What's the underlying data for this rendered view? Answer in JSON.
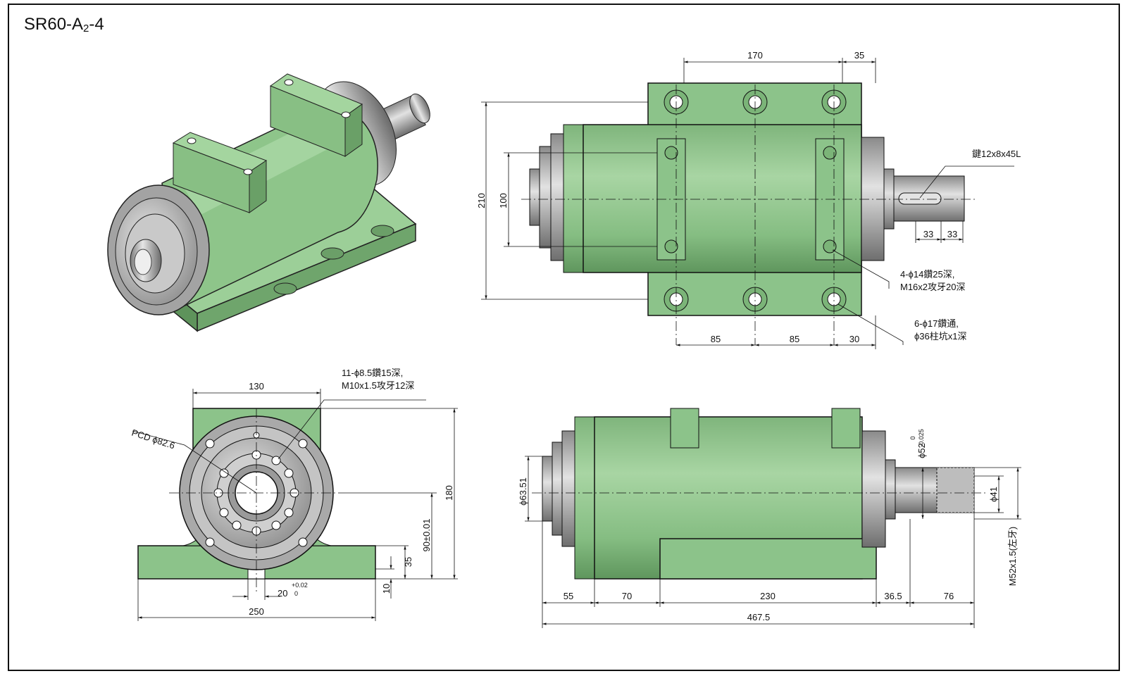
{
  "title": {
    "main_1": "SR60-A",
    "sub": "2",
    "main_2": "-4"
  },
  "top_view": {
    "dim_170": "170",
    "dim_35": "35",
    "dim_210": "210",
    "dim_100": "100",
    "dim_33a": "33",
    "dim_33b": "33",
    "dim_85a": "85",
    "dim_85b": "85",
    "dim_30": "30",
    "key_note": "鍵12x8x45L",
    "note_holes_1": "4-ϕ14鑽25深,",
    "note_holes_2": "M16x2攻牙20深",
    "note_base_1": "6-ϕ17鑽通,",
    "note_base_2": "ϕ36柱坑x1深"
  },
  "front_view": {
    "dim_130": "130",
    "dim_250": "250",
    "dim_180": "180",
    "dim_90": "90±0.01",
    "dim_35": "35",
    "dim_10": "10",
    "dim_20": "20",
    "tol_20_upper": "+0.02",
    "tol_20_lower": "0",
    "pcd": "PCD ϕ82.6",
    "note_holes_1": "11-ϕ8.5鑽15深,",
    "note_holes_2": "M10x1.5攻牙12深"
  },
  "side_view": {
    "dim_55": "55",
    "dim_70": "70",
    "dim_230": "230",
    "dim_36_5": "36.5",
    "dim_76": "76",
    "dim_467_5": "467.5",
    "dia_63": "ϕ63.51",
    "dia_52": "ϕ52",
    "tol_52_upper": "0",
    "tol_52_lower": "-0.025",
    "dia_41": "ϕ41",
    "thread": "M52x1.5(左牙)"
  },
  "colors": {
    "body": "#8cc38a",
    "body_dark": "#5e9a5d",
    "steel": "#b8b8b8",
    "line": "#111111"
  }
}
